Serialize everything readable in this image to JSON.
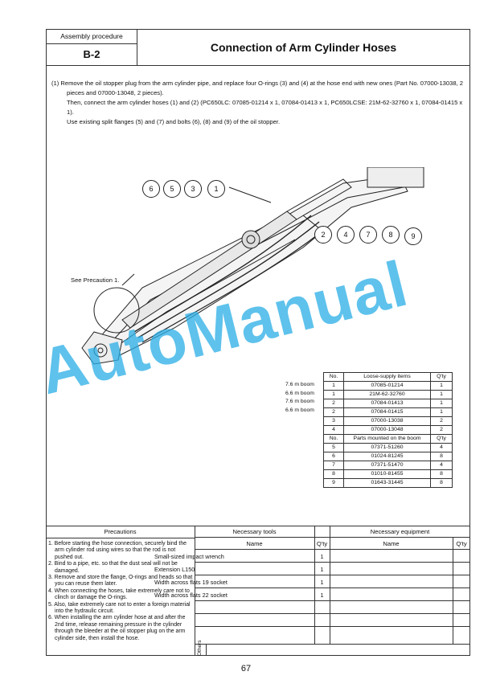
{
  "header": {
    "label": "Assembly procedure",
    "code": "B-2",
    "title": "Connection of Arm Cylinder Hoses"
  },
  "instructions": {
    "line1": "(1)  Remove the oil stopper plug from the arm cylinder pipe, and replace four O-rings (3) and (4) at the hose end with new ones (Part No. 07000-13038, 2 pieces and 07000-13048, 2 pieces).",
    "line2": "Then, connect the arm cylinder hoses (1) and (2) (PC650LC: 07085-01214 x 1, 07084-01413 x 1, PC650LCSE: 21M-62-32760 x 1, 07084-01415 x 1).",
    "line3": "Use existing split flanges (5) and (7) and bolts (6), (8) and (9) of the oil stopper."
  },
  "diagram": {
    "callouts_top": [
      "6",
      "5",
      "3",
      "1"
    ],
    "callouts_right": [
      "2",
      "4",
      "7",
      "8",
      "9"
    ],
    "see_precaution": "See Precaution 1."
  },
  "watermark": "AutoManual",
  "parts_table": {
    "head1": {
      "no": "No.",
      "item": "Loose-supply items",
      "qty": "Q'ty"
    },
    "rows1": [
      {
        "boom": "7.6 m boom",
        "no": "1",
        "item": "07085-01214",
        "qty": "1"
      },
      {
        "boom": "6.6 m boom",
        "no": "1",
        "item": "21M-62-32760",
        "qty": "1"
      },
      {
        "boom": "7.6 m boom",
        "no": "2",
        "item": "07084-01413",
        "qty": "1"
      },
      {
        "boom": "6.6 m boom",
        "no": "2",
        "item": "07084-01415",
        "qty": "1"
      },
      {
        "boom": "",
        "no": "3",
        "item": "07000-13038",
        "qty": "2"
      },
      {
        "boom": "",
        "no": "4",
        "item": "07000-13048",
        "qty": "2"
      }
    ],
    "head2": {
      "no": "No.",
      "item": "Parts mounted on the boom",
      "qty": "Q'ty"
    },
    "rows2": [
      {
        "no": "5",
        "item": "07371-51260",
        "qty": "4"
      },
      {
        "no": "6",
        "item": "01024-81245",
        "qty": "8"
      },
      {
        "no": "7",
        "item": "07371-51470",
        "qty": "4"
      },
      {
        "no": "8",
        "item": "01010-81455",
        "qty": "8"
      },
      {
        "no": "9",
        "item": "01643-31445",
        "qty": "8"
      }
    ]
  },
  "precautions": {
    "title": "Precautions",
    "items": [
      "1. Before starting the hose connection, securely bind the arm cylinder rod using wires so that the rod is not pushed out.",
      "2. Bind to a pipe, etc. so that the dust seal will not be damaged.",
      "3. Remove and store the flange, O-rings and heads so that you can reuse them later.",
      "4. When connecting the hoses, take extremely care not to clinch or damage the O-rings.",
      "5. Also, take extremely care not to enter a foreign material into the hydraulic circuit.",
      "6. When installing the arm cylinder hose at and after the 2nd time, release remaining pressure in the cylinder through the bleeder at the oil stopper plug on the arm cylinder side, then install the hose."
    ]
  },
  "tools": {
    "title": "Necessary tools",
    "name_head": "Name",
    "qty_head": "Q'ty",
    "rows": [
      {
        "name": "Small-sized impact wrench",
        "qty": "1"
      },
      {
        "name": "Extension L150",
        "qty": "1"
      },
      {
        "name": "Width across flats 19 socket",
        "qty": "1"
      },
      {
        "name": "Width across flats 22 socket",
        "qty": "1"
      }
    ]
  },
  "equipment": {
    "title": "Necessary equipment",
    "name_head": "Name",
    "qty_head": "Q'ty"
  },
  "others_label": "Others",
  "page_number": "67"
}
